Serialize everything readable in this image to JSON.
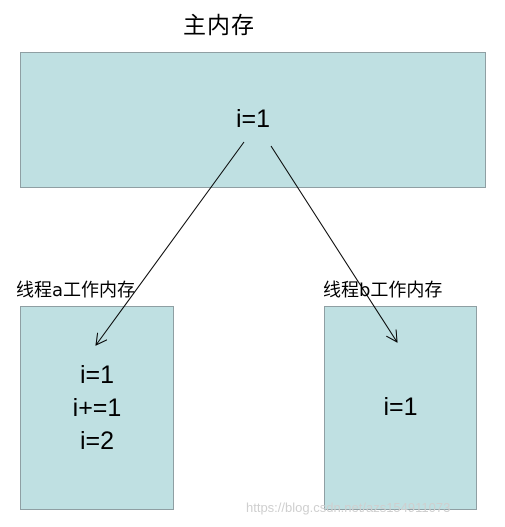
{
  "main_memory": {
    "title": "主内存",
    "value": "i=1"
  },
  "thread_a": {
    "label": "线程a工作内存",
    "lines": [
      "i=1",
      "i+=1",
      "i=2"
    ]
  },
  "thread_b": {
    "label": "线程b工作内存",
    "lines": [
      "i=1"
    ]
  },
  "watermark": "https://blog.csdn.net/azs154911073",
  "colors": {
    "box_fill": "#bfe0e2",
    "box_border": "#8f9fa3",
    "arrow": "#000000"
  }
}
